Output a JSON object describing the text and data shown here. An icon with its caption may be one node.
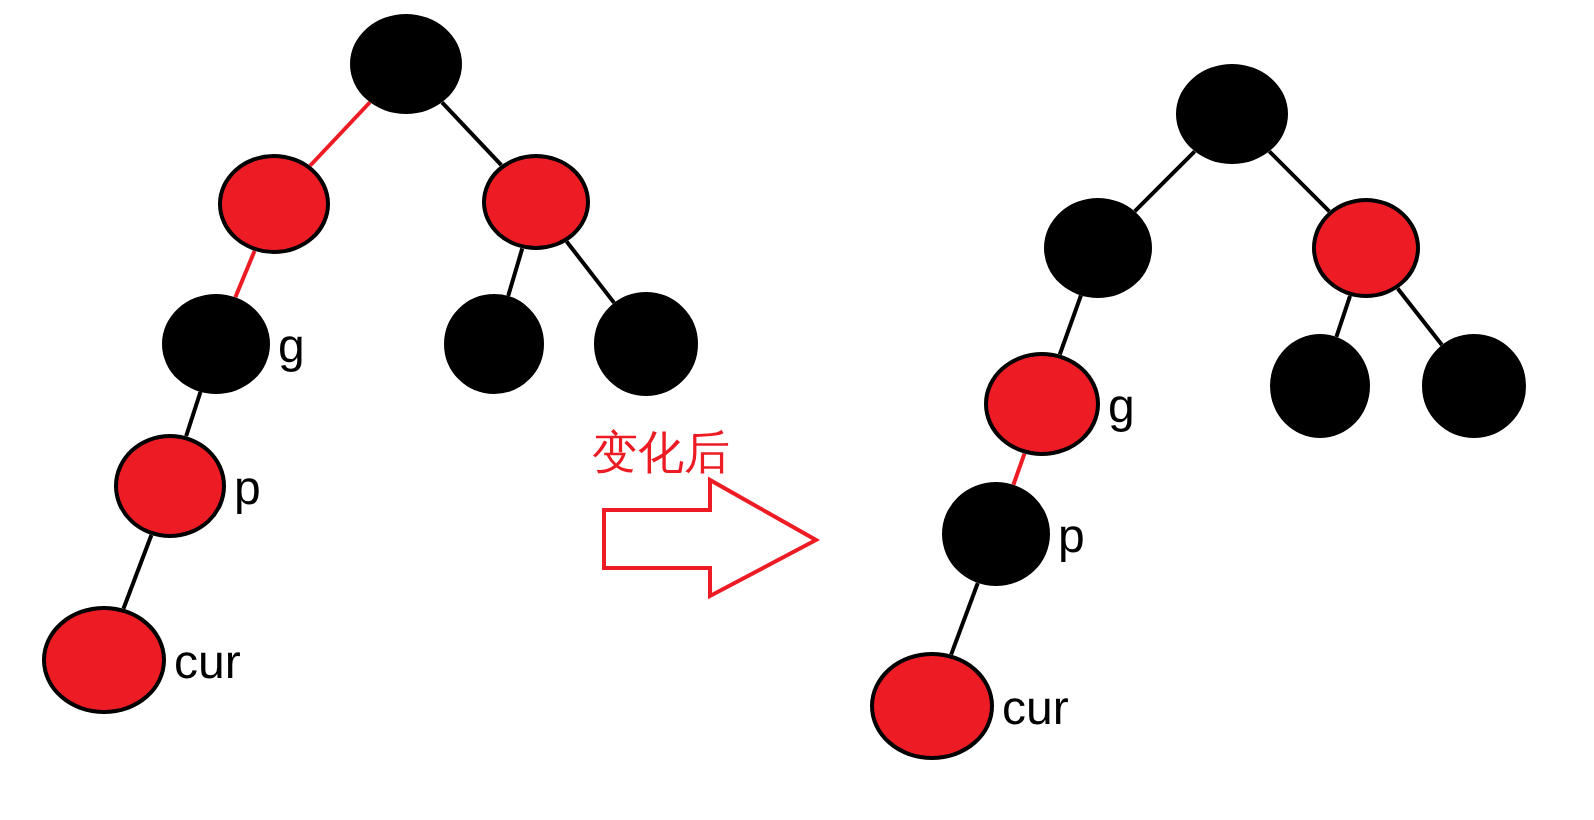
{
  "diagram": {
    "nodes": [
      {
        "text": [],
        "shape": "circle"
      },
      {
        "text": [],
        "shape": "circle"
      },
      {
        "text": [],
        "shape": "circle"
      },
      {
        "text": [],
        "shape": "circle",
        "beside": [
          "g"
        ]
      },
      {
        "text": [],
        "shape": "circle"
      },
      {
        "text": [],
        "shape": "circle"
      },
      {
        "text": [],
        "shape": "circle",
        "beside": [
          "p"
        ]
      },
      {
        "text": [],
        "shape": "circle",
        "beside": [
          "cur"
        ]
      },
      {
        "text": [],
        "shape": "circle"
      },
      {
        "text": [],
        "shape": "circle"
      },
      {
        "text": [],
        "shape": "circle"
      },
      {
        "text": [],
        "shape": "circle",
        "beside": [
          "g"
        ]
      },
      {
        "text": [],
        "shape": "circle"
      },
      {
        "text": [],
        "shape": "circle"
      },
      {
        "text": [],
        "shape": "circle",
        "beside": [
          "p"
        ]
      },
      {
        "text": [],
        "shape": "circle",
        "beside": [
          "cur"
        ]
      }
    ],
    "edges": [
      {
        "from": 0,
        "to": 1,
        "arrow": "none",
        "color": "#ed1c24"
      },
      {
        "from": 0,
        "to": 2,
        "arrow": "none"
      },
      {
        "from": 1,
        "to": 3,
        "arrow": "none",
        "color": "#ed1c24"
      },
      {
        "from": 2,
        "to": 4,
        "arrow": "none"
      },
      {
        "from": 2,
        "to": 5,
        "arrow": "none"
      },
      {
        "from": 3,
        "to": 6,
        "arrow": "none"
      },
      {
        "from": 6,
        "to": 7,
        "arrow": "none"
      },
      {
        "from": 8,
        "to": 9,
        "arrow": "none"
      },
      {
        "from": 8,
        "to": 10,
        "arrow": "none"
      },
      {
        "from": 9,
        "to": 11,
        "arrow": "none"
      },
      {
        "from": 10,
        "to": 12,
        "arrow": "none"
      },
      {
        "from": 10,
        "to": 13,
        "arrow": "none"
      },
      {
        "from": 11,
        "to": 14,
        "arrow": "none",
        "color": "#ed1c24"
      },
      {
        "from": 14,
        "to": 15,
        "arrow": "none"
      }
    ],
    "labels": [
      "变化后"
    ]
  }
}
